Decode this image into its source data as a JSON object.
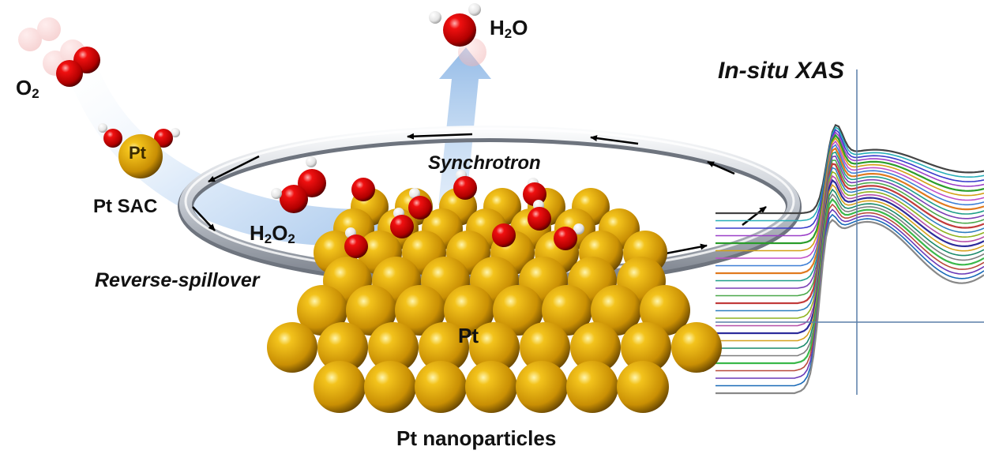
{
  "labels": {
    "o2_main": "O",
    "o2_sub": "2",
    "h2o_pre": "H",
    "h2o_sub": "2",
    "h2o_post": "O",
    "h2o2_h": "H",
    "h2o2_sub1": "2",
    "h2o2_o": "O",
    "h2o2_sub2": "2",
    "pt_sac": "Pt SAC",
    "pt_atom": "Pt",
    "reverse_spillover": "Reverse-spillover",
    "synchrotron": "Synchrotron",
    "in_situ_xas": "In-situ XAS",
    "pt_center": "Pt",
    "pt_nanoparticles": "Pt nanoparticles"
  },
  "colors": {
    "gold": "#d4a017",
    "oxygen": "#d40000",
    "hydrogen": "#f0f0f0",
    "ring": "#c8ccd4",
    "arrow_blue": "#a8c8ec"
  },
  "spectra_colors": [
    "#444444",
    "#27aeb8",
    "#3a3acb",
    "#9b3fc8",
    "#2a9d2a",
    "#d4a017",
    "#c04fc8",
    "#3e7fd6",
    "#e07a1f",
    "#1f9e89",
    "#7a3fb5",
    "#4aa84a",
    "#c23b3b",
    "#2f7fbf",
    "#8fb320",
    "#b54fa8",
    "#2d2d9b",
    "#d6a11f",
    "#1a8a6a",
    "#7d7d7d",
    "#3ab84a",
    "#b84a3a",
    "#6a3ab8",
    "#1a6ab8",
    "#888888"
  ]
}
